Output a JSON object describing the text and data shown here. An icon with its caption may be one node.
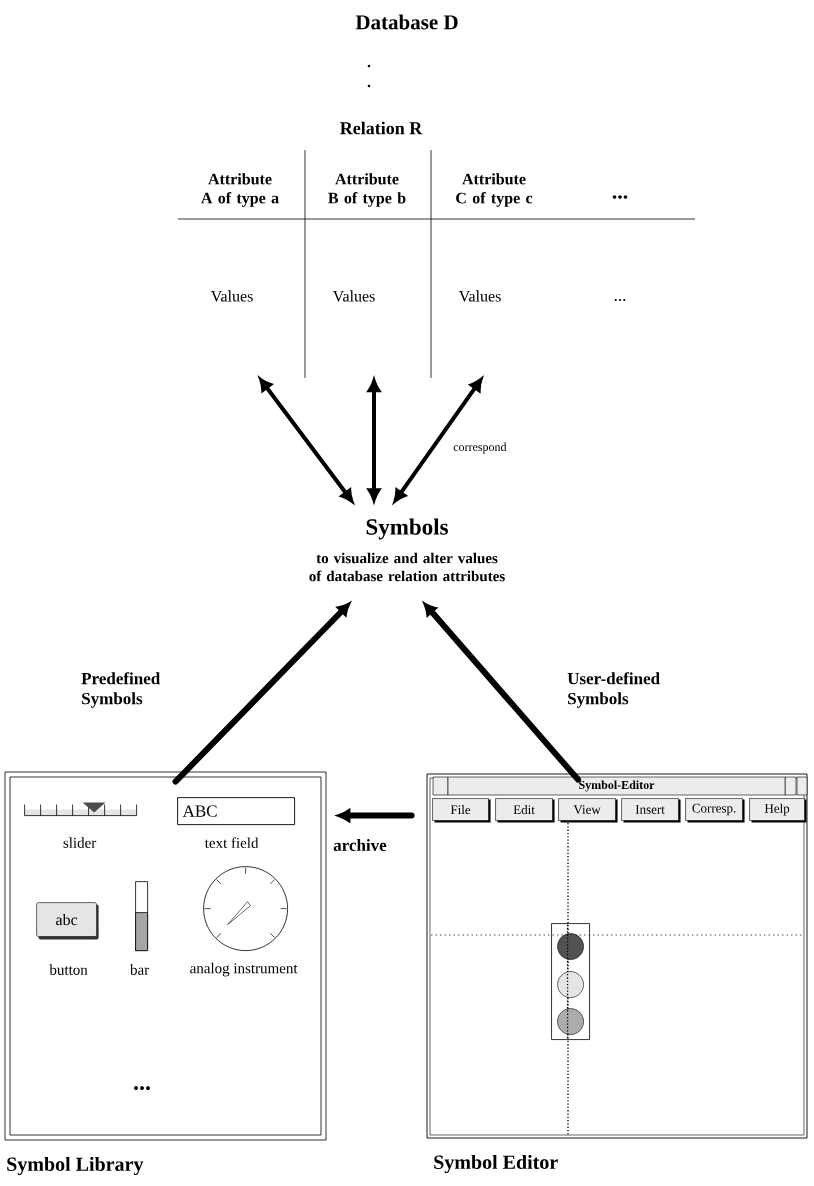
{
  "diagram": {
    "title": "Database D",
    "nodes": [
      {
        "text": [
          "Attribute A of type a",
          "Values"
        ]
      },
      {
        "text": [
          "Attribute B of type b",
          "Values"
        ]
      },
      {
        "text": [
          "Attribute C of type c",
          "Values"
        ]
      },
      {
        "text": [
          "Symbols",
          "to visualize and alter values of database relation attributes"
        ]
      },
      {
        "text": [
          "Symbol Library"
        ]
      },
      {
        "text": [],
        "shape": "picture",
        "beside": [
          "slider"
        ],
        "in": 4
      },
      {
        "text": [
          "ABC"
        ],
        "beside": [
          "text field"
        ],
        "in": 4
      },
      {
        "text": [
          "abc"
        ],
        "beside": [
          "button"
        ],
        "in": 4
      },
      {
        "text": [],
        "shape": "bar",
        "beside": [
          "bar"
        ],
        "in": 4
      },
      {
        "text": [],
        "shape": "picture",
        "beside": [
          "analog instrument"
        ],
        "in": 4
      },
      {
        "text": [
          "Symbol-Editor",
          "Symbol Editor"
        ]
      },
      {
        "text": [
          "File"
        ],
        "in": 10
      },
      {
        "text": [
          "Edit"
        ],
        "in": 10
      },
      {
        "text": [
          "View"
        ],
        "in": 10
      },
      {
        "text": [
          "Insert"
        ],
        "in": 10
      },
      {
        "text": [
          "Corresp."
        ],
        "in": 10
      },
      {
        "text": [
          "Help"
        ],
        "in": 10
      },
      {
        "text": [],
        "shape": "picture",
        "in": 10
      }
    ],
    "edges": [
      {
        "from": 3,
        "to": 0,
        "arrow": "both"
      },
      {
        "from": 3,
        "to": 1,
        "arrow": "both"
      },
      {
        "from": 3,
        "to": 2,
        "arrow": "both",
        "label": "correspond"
      },
      {
        "from": 4,
        "to": 3,
        "arrow": "to",
        "label": "Predefined Symbols"
      },
      {
        "from": 10,
        "to": 3,
        "arrow": "to",
        "label": "User-defined Symbols"
      },
      {
        "from": 10,
        "to": 4,
        "arrow": "to",
        "label": "archive"
      }
    ],
    "labels": [
      "Relation R",
      "...",
      "...",
      "..."
    ]
  }
}
